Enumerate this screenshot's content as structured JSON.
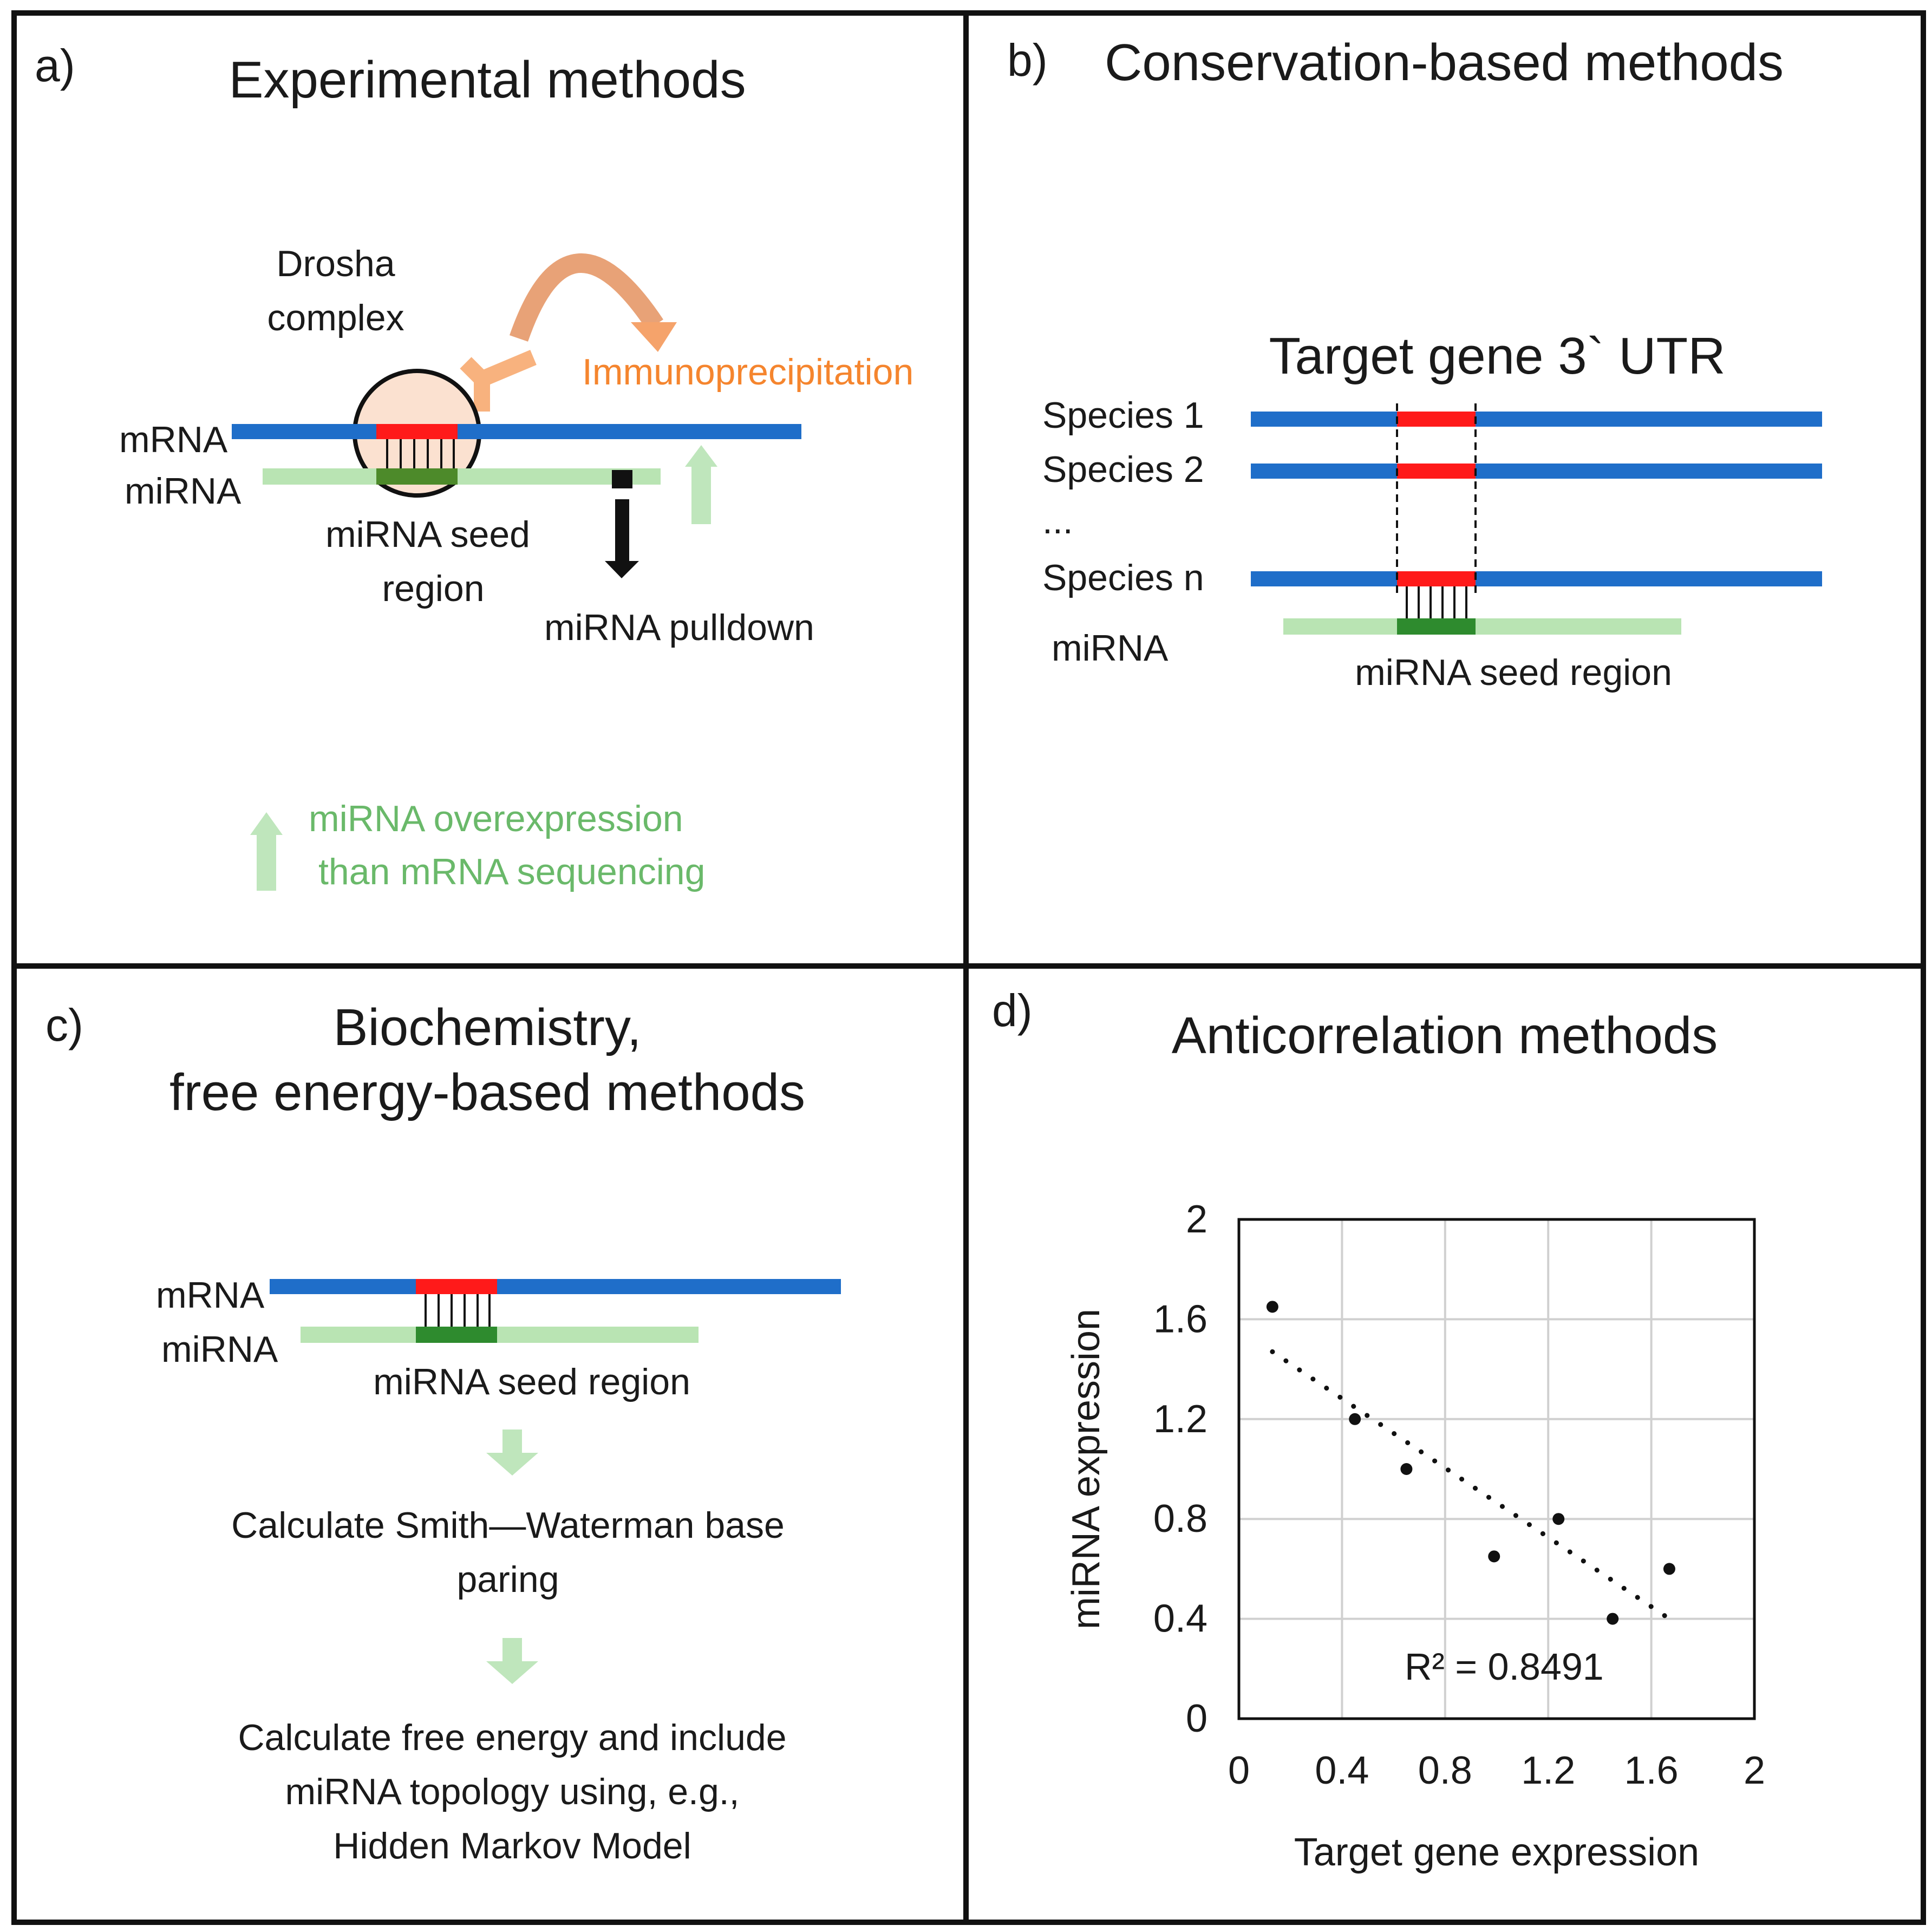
{
  "colors": {
    "mrna": "#1f6ec9",
    "seed_red": "#ff1a1a",
    "mirna_light": "#b9e4b3",
    "seed_green": "#2e8b2e",
    "orange": "#f5852e",
    "green_text": "#6ab96a",
    "arrow_green": "#bfe6bc",
    "black": "#111111"
  },
  "panel_a": {
    "letter": "a)",
    "title": "Experimental methods",
    "drosha_line1": "Drosha",
    "drosha_line2": "complex",
    "immuno": "Immunoprecipitation",
    "mrna": "mRNA",
    "mirna": "miRNA",
    "seed_line1": "miRNA seed",
    "seed_line2": "region",
    "pulldown": "miRNA pulldown",
    "overexp_line1": "miRNA overexpression",
    "overexp_line2": "than mRNA sequencing"
  },
  "panel_b": {
    "letter": "b)",
    "title": "Conservation-based methods",
    "utr_title": "Target gene 3` UTR",
    "species": [
      "Species 1",
      "Species 2",
      "...",
      "Species n"
    ],
    "mirna": "miRNA",
    "seed": "miRNA seed region"
  },
  "panel_c": {
    "letter": "c)",
    "title_line1": "Biochemistry,",
    "title_line2": "free energy-based methods",
    "mrna": "mRNA",
    "mirna": "miRNA",
    "seed": "miRNA seed region",
    "step1_line1": "Calculate Smith—Waterman base",
    "step1_line2": "paring",
    "step2_line1": "Calculate free energy and include",
    "step2_line2": "miRNA topology using, e.g.,",
    "step2_line3": "Hidden Markov Model"
  },
  "panel_d": {
    "letter": "d)",
    "title": "Anticorrelation methods"
  },
  "chart_data": {
    "type": "scatter",
    "xlabel": "Target gene expression",
    "ylabel": "miRNA expression",
    "xlim": [
      0,
      2
    ],
    "ylim": [
      0,
      2
    ],
    "xticks": [
      "0",
      "0.4",
      "0.8",
      "1.2",
      "1.6",
      "2"
    ],
    "yticks": [
      "0",
      "0.4",
      "0.8",
      "1.2",
      "1.6",
      "2"
    ],
    "grid": true,
    "points": [
      {
        "x": 0.13,
        "y": 1.65
      },
      {
        "x": 0.45,
        "y": 1.2
      },
      {
        "x": 0.65,
        "y": 1.0
      },
      {
        "x": 0.99,
        "y": 0.65
      },
      {
        "x": 1.24,
        "y": 0.8
      },
      {
        "x": 1.45,
        "y": 0.4
      },
      {
        "x": 1.67,
        "y": 0.6
      }
    ],
    "trendline": {
      "type": "linear",
      "x": [
        0.13,
        1.67
      ],
      "y": [
        1.47,
        0.4
      ],
      "style": "dotted"
    },
    "annotation": {
      "r2_label": "R² = 0.8491"
    }
  }
}
